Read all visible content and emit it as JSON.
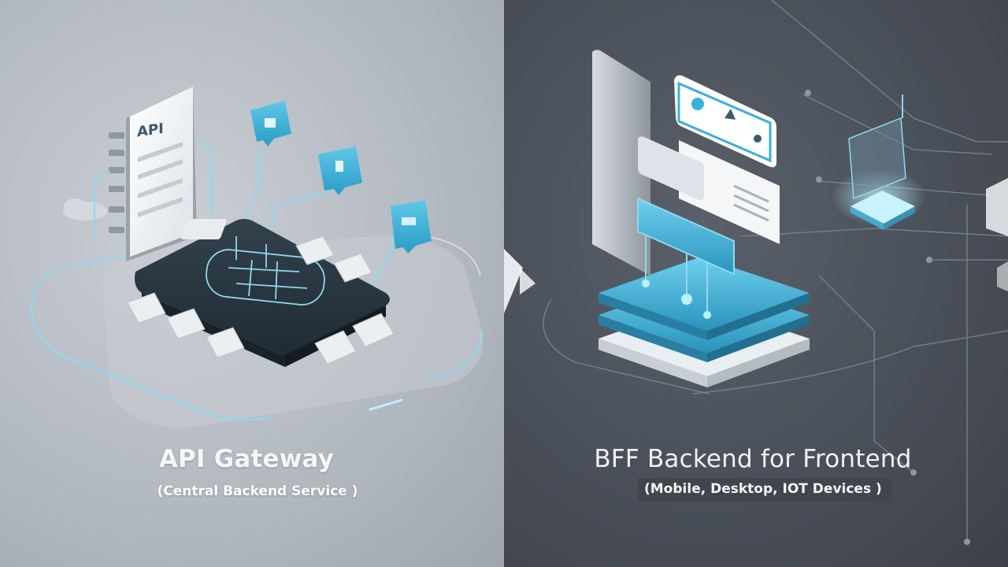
{
  "left_panel": {
    "title": "API Gateway",
    "subtitle": "(Central Backend Service )",
    "screen_label": "API",
    "background_color": "#b4bac2"
  },
  "right_panel": {
    "title": "BFF Backend for Frontend",
    "subtitle": "(Mobile, Desktop, IOT Devices )",
    "background_color": "#4a5059"
  },
  "colors": {
    "accent": "#3ab0d6",
    "accent_light": "#8fd8f0",
    "device_dark": "#2c3a45",
    "glow": "#bff0ff"
  }
}
